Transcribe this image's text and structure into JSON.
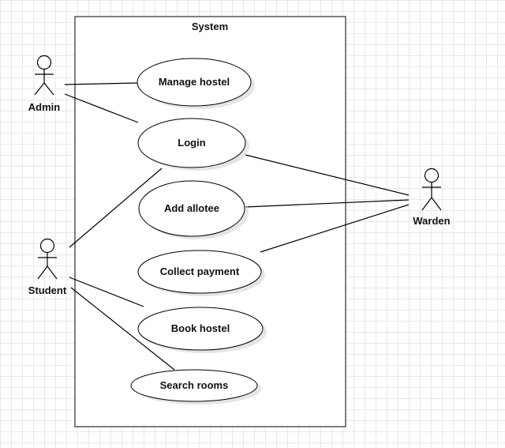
{
  "system": {
    "title": "System"
  },
  "actors": {
    "admin": "Admin",
    "student": "Student",
    "warden": "Warden"
  },
  "use_cases": {
    "manage_hostel": "Manage hostel",
    "login": "Login",
    "add_allotee": "Add allotee",
    "collect_payment": "Collect payment",
    "book_hostel": "Book hostel",
    "search_rooms": "Search rooms"
  }
}
